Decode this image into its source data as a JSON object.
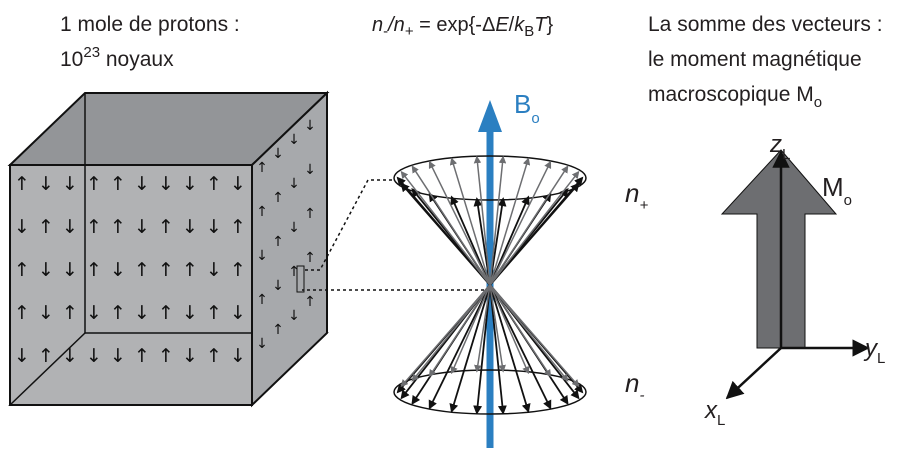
{
  "texts": {
    "mole_line1": "1 mole de protons :",
    "mole_line2_base": "10",
    "mole_line2_exp": "23",
    "mole_line2_rest": " noyaux",
    "formula": {
      "part1": "n",
      "part2": "-",
      "part3": "/n",
      "part4": "+",
      "part5": " = exp{-Δ",
      "part6": "E",
      "part7": "/",
      "part8": "k",
      "part9": "B",
      "part10": "T",
      "part11": "}"
    },
    "sum_line1": "La somme des vecteurs :",
    "sum_line2": "le moment magnétique",
    "sum_line3": "macroscopique M",
    "sum_line3_sub": "o",
    "b0_main": "B",
    "b0_sub": "o",
    "n_plus_main": "n",
    "n_plus_sub": "+",
    "n_minus_main": "n",
    "n_minus_sub": "-",
    "m0_main": "M",
    "m0_sub": "o",
    "z_main": "z",
    "z_sub": "L",
    "y_main": "y",
    "y_sub": "L",
    "x_main": "x",
    "x_sub": "L"
  },
  "cube": {
    "front_rows": [
      [
        "↑",
        "↓",
        "↓",
        "↑",
        "↑",
        "↓",
        "↓",
        "↓",
        "↑",
        "↓"
      ],
      [
        "↓",
        "↑",
        "↓",
        "↑",
        "↑",
        "↓",
        "↑",
        "↓",
        "↓",
        "↑"
      ],
      [
        "↑",
        "↓",
        "↓",
        "↑",
        "↓",
        "↑",
        "↑",
        "↑",
        "↓",
        "↑"
      ],
      [
        "↑",
        "↓",
        "↑",
        "↓",
        "↑",
        "↓",
        "↑",
        "↓",
        "↑",
        "↓"
      ],
      [
        "↓",
        "↑",
        "↓",
        "↓",
        "↓",
        "↑",
        "↑",
        "↓",
        "↑",
        "↓"
      ]
    ],
    "side_rows": [
      [
        "↑",
        "↓",
        "↓",
        "↓"
      ],
      [
        "↑",
        "↑",
        "↓",
        "↓"
      ],
      [
        "↓",
        "↑",
        "↓",
        "↑"
      ],
      [
        "↑",
        "↓",
        "↑",
        "↑"
      ],
      [
        "↓",
        "↑",
        "↓",
        "↑"
      ]
    ]
  },
  "colors": {
    "cube_front": "#b1b2b4",
    "cube_top": "#939598",
    "cube_side": "#a7a9ac",
    "cube_bottom": "#6d6e71",
    "b0_arrow": "#2b7fc1",
    "b0_text": "#2b7fc1",
    "cone_dark": "#111111",
    "cone_grey": "#6d6e71",
    "big_arrow": "#6d6e71",
    "text": "#231f20"
  },
  "cones": {
    "upper_spin_count": 22,
    "lower_spin_count": 22
  }
}
